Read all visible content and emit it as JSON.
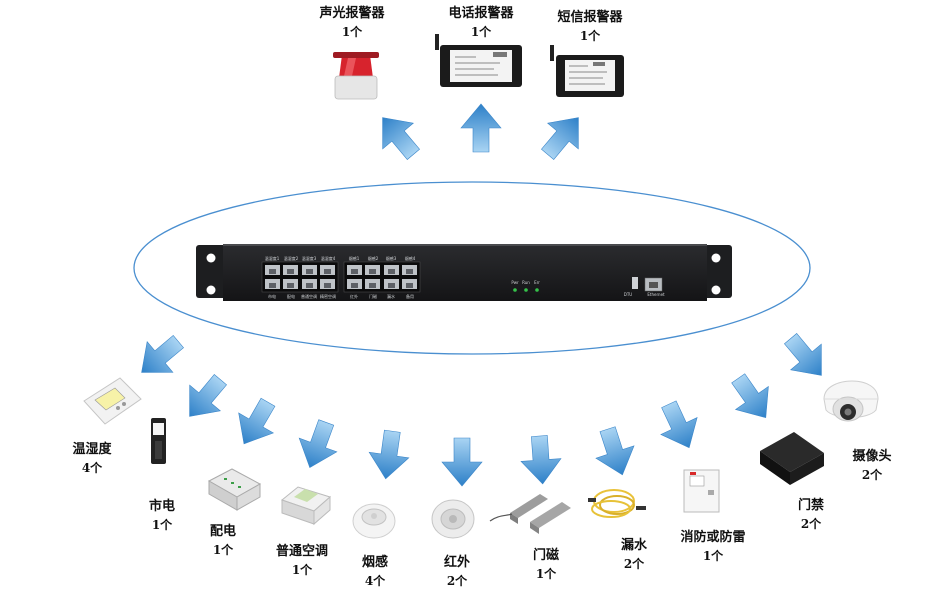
{
  "alarms": [
    {
      "name": "声光报警器",
      "count": "1个"
    },
    {
      "name": "电话报警器",
      "count": "1个"
    },
    {
      "name": "短信报警器",
      "count": "1个"
    }
  ],
  "device": {
    "port_labels_top": [
      "温湿度1",
      "温湿度2",
      "温湿度3",
      "温湿度4",
      "烟感1",
      "烟感2",
      "烟感3",
      "烟感4"
    ],
    "port_labels_bottom": [
      "市电",
      "配电",
      "普通空调",
      "精密空调",
      "红外",
      "门磁",
      "漏水",
      "备用"
    ],
    "led_labels": [
      "Pwr",
      "Run",
      "Err"
    ],
    "rear_labels": [
      "DTU",
      "Ethernet"
    ]
  },
  "sensors": [
    {
      "name": "温湿度",
      "count": "4个"
    },
    {
      "name": "市电",
      "count": "1个"
    },
    {
      "name": "配电",
      "count": "1个"
    },
    {
      "name": "普通空调",
      "count": "1个"
    },
    {
      "name": "烟感",
      "count": "4个"
    },
    {
      "name": "红外",
      "count": "2个"
    },
    {
      "name": "门磁",
      "count": "1个"
    },
    {
      "name": "漏水",
      "count": "2个"
    },
    {
      "name": "消防或防雷",
      "count": "1个"
    },
    {
      "name": "门禁",
      "count": "2个"
    },
    {
      "name": "摄像头",
      "count": "2个"
    }
  ],
  "colors": {
    "arrow_light": "#a9d4f3",
    "arrow_dark": "#2d80c8",
    "ellipse": "#4a8fd0",
    "device": "#1a1b1d"
  }
}
